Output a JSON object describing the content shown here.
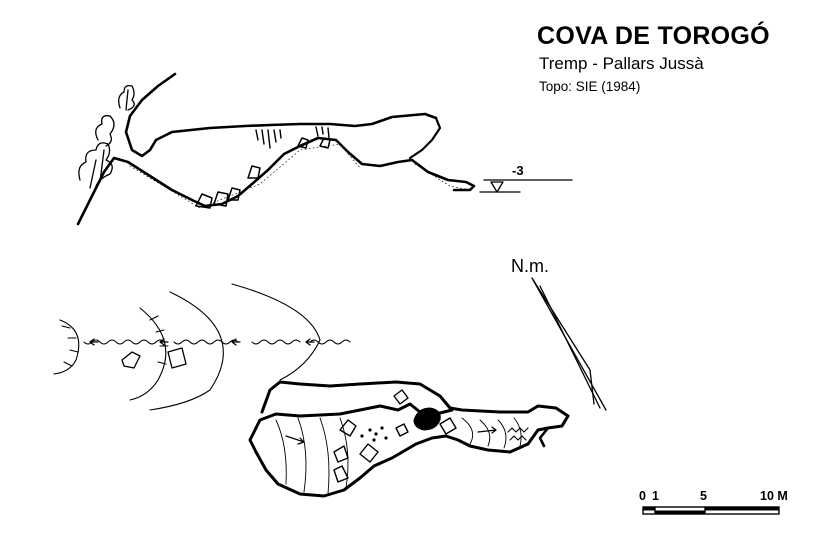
{
  "header": {
    "title": "COVA DE TOROGÓ",
    "location": "Tremp - Pallars Jussà",
    "credit": "Topo: SIE (1984)"
  },
  "profile": {
    "depth_label": "-3"
  },
  "plan": {
    "north_label": "N.m."
  },
  "scale": {
    "labels": [
      "0",
      "1",
      "5",
      "10 M"
    ]
  }
}
